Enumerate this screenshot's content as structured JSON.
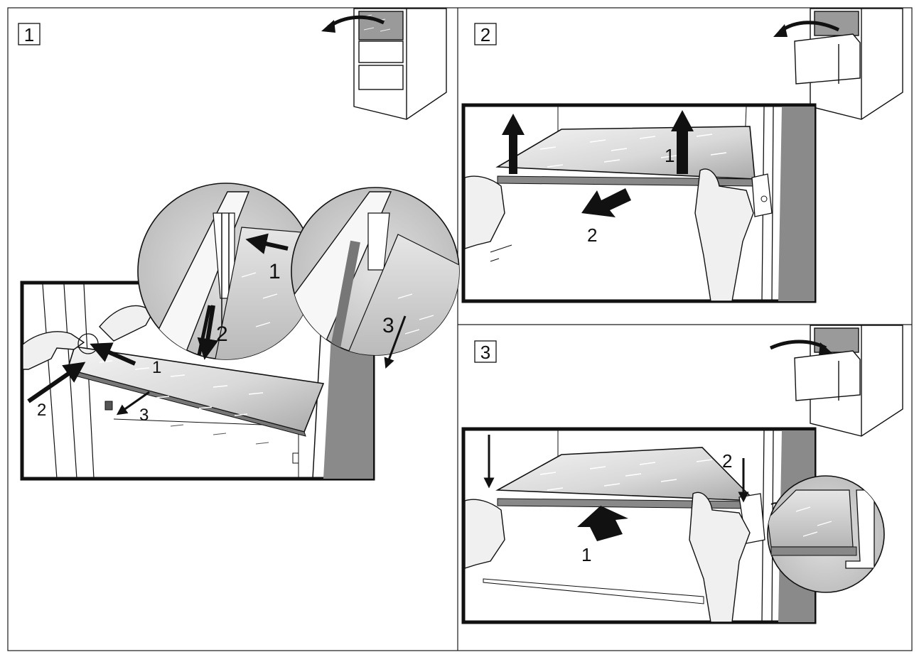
{
  "steps": [
    {
      "number": "1",
      "callouts": [
        "1",
        "2",
        "3",
        "1",
        "2",
        "3"
      ]
    },
    {
      "number": "2",
      "callouts": [
        "1",
        "2"
      ]
    },
    {
      "number": "3",
      "callouts": [
        "1",
        "2"
      ]
    }
  ],
  "colors": {
    "line": "#1a1a1a",
    "door_gray": "#8a8a8a",
    "glass_light": "#f2f2f2",
    "glass_mid": "#bdbdbd",
    "detail_bg": "#cfcfcf"
  },
  "icons": [
    "fridge-icon",
    "curved-arrow-icon",
    "hand-icon",
    "straight-arrow-icon",
    "magnifier-circle"
  ]
}
